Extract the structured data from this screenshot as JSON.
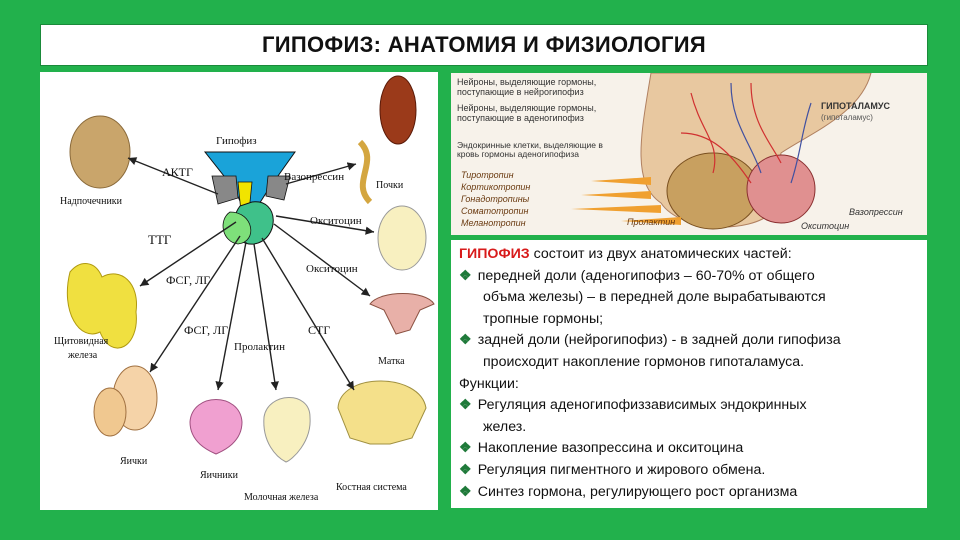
{
  "slide": {
    "title": "ГИПОФИЗ: АНАТОМИЯ И ФИЗИОЛОГИЯ"
  },
  "diagram": {
    "center_label": "Гипофиз",
    "organs": {
      "adrenal": "Надпочечники",
      "kidneys": "Почки",
      "thyroid_line1": "Щитовидная",
      "thyroid_line2": "железа",
      "uterus": "Матка",
      "testes": "Яички",
      "ovaries": "Яичники",
      "breast": "Молочная железа",
      "bones": "Костная система"
    },
    "hormones": {
      "acth": "АКТГ",
      "vasopressin": "Вазопрессин",
      "oxytocin1": "Окситоцин",
      "oxytocin2": "Окситоцин",
      "tsh": "ТТГ",
      "fsh_lh1": "ФСГ, ЛГ",
      "fsh_lh2": "ФСГ, ЛГ",
      "prolactin": "Пролактин",
      "gh": "СТГ"
    }
  },
  "anatomy": {
    "notes": {
      "neurons_post": "Нейроны, выделяющие гормоны, поступающие в нейрогипофиз",
      "neurons_ant": "Нейроны, выделяющие гормоны, поступающие в аденогипофиз",
      "endocrine": "Эндокринные клетки, выделяющие в кровь гормоны аденогипофиза",
      "hypothalamus": "ГИПОТАЛАМУС",
      "hypothalamus_sub": "(гипоталамус)"
    },
    "hormones": [
      "Тиротропин",
      "Кортикотропин",
      "Гонадотропины",
      "Соматотропин",
      "Меланотропин",
      "Пролактин"
    ],
    "right_labels": {
      "vasopressin": "Вазопрессин",
      "oxytocin": "Окситоцин"
    },
    "colors": {
      "arrow": "#f0a030",
      "tissue": "#e8c8a0",
      "vessel_red": "#d03030",
      "vessel_blue": "#4050a0"
    }
  },
  "text": {
    "intro_strong": "ГИПОФИЗ",
    "intro_rest": " состоит из двух анатомических частей:",
    "b1_l1": "передней доли (аденогипофиз – 60-70% от общего",
    "b1_l2": "объма железы) – в передней доле вырабатываются",
    "b1_l3": "тропные гормоны;",
    "b2_l1": "задней доли (нейрогипофиз) - в задней доли гипофиза",
    "b2_l2": "происходит накопление гормонов гипоталамуса.",
    "functions": "Функции:",
    "f1_l1": "Регуляция аденогипофиззависимых эндокринных",
    "f1_l2": "желез.",
    "f2": "Накопление вазопрессина и окситоцина",
    "f3": "Регуляция пигментного и жирового обмена.",
    "f4": "Синтез гормона, регулирующего рост организма",
    "bullet_glyph": "❖"
  }
}
